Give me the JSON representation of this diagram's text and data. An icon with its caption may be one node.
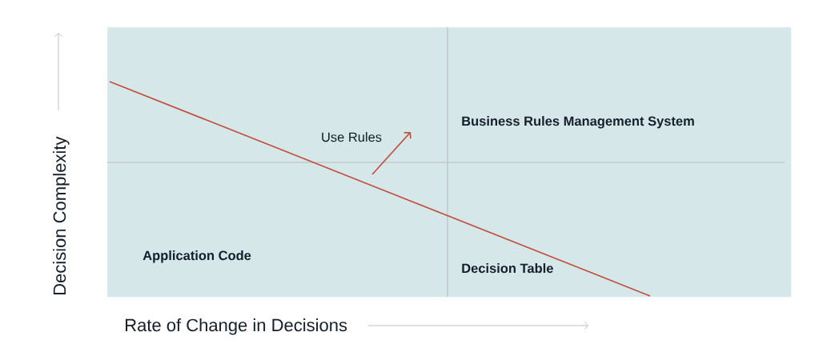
{
  "diagram": {
    "nodes": [
      {
        "text": [
          "Use Rules",
          "Business Rules Management System",
          "Application Code",
          "Decision Table"
        ]
      }
    ],
    "labels": [
      "Decision Complexity",
      "Rate of Change in Decisions"
    ]
  }
}
